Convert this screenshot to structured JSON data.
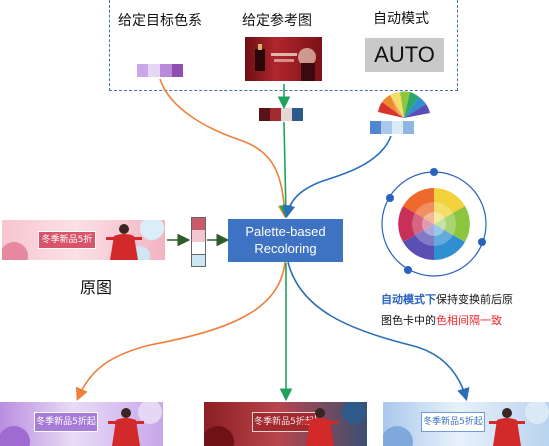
{
  "labels": {
    "target_palette": "给定目标色系",
    "reference_image": "给定参考图",
    "auto_mode": "自动模式",
    "auto_button": "AUTO",
    "recoloring_line1": "Palette-based",
    "recoloring_line2": "Recoloring",
    "original_image": "原图",
    "note_part1": "自动模式下",
    "note_part2": "保持变换前后原",
    "note_part3": "图色卡中的",
    "note_part4": "色相间隔一致"
  },
  "banner_text": {
    "original": "冬季新品5折",
    "result1": "冬季新品5折起",
    "result2": "冬季新品5折起",
    "result3": "冬季新品5折起"
  },
  "colors": {
    "arrow_orange": "#f07f3a",
    "arrow_green": "#1fa35b",
    "arrow_blue": "#2a6fb8",
    "box_blue": "#3e72c2",
    "note_blue": "#2a62c0",
    "note_red": "#e8262b",
    "target_palette_swatches": [
      "#caa8e8",
      "#e6d8f4",
      "#b88ad8",
      "#8d4fb0"
    ],
    "reference_palette_swatches": [
      "#5a1418",
      "#a22a30",
      "#e6d6d2",
      "#2e5a8a"
    ],
    "auto_palette_swatches": [
      "#4f86d0",
      "#a9c8ec",
      "#dceaf6",
      "#8fb6e0"
    ],
    "original_palette_swatches": [
      "#c85a6a",
      "#f2c6cf",
      "#ffffff",
      "#cde6f4"
    ]
  }
}
